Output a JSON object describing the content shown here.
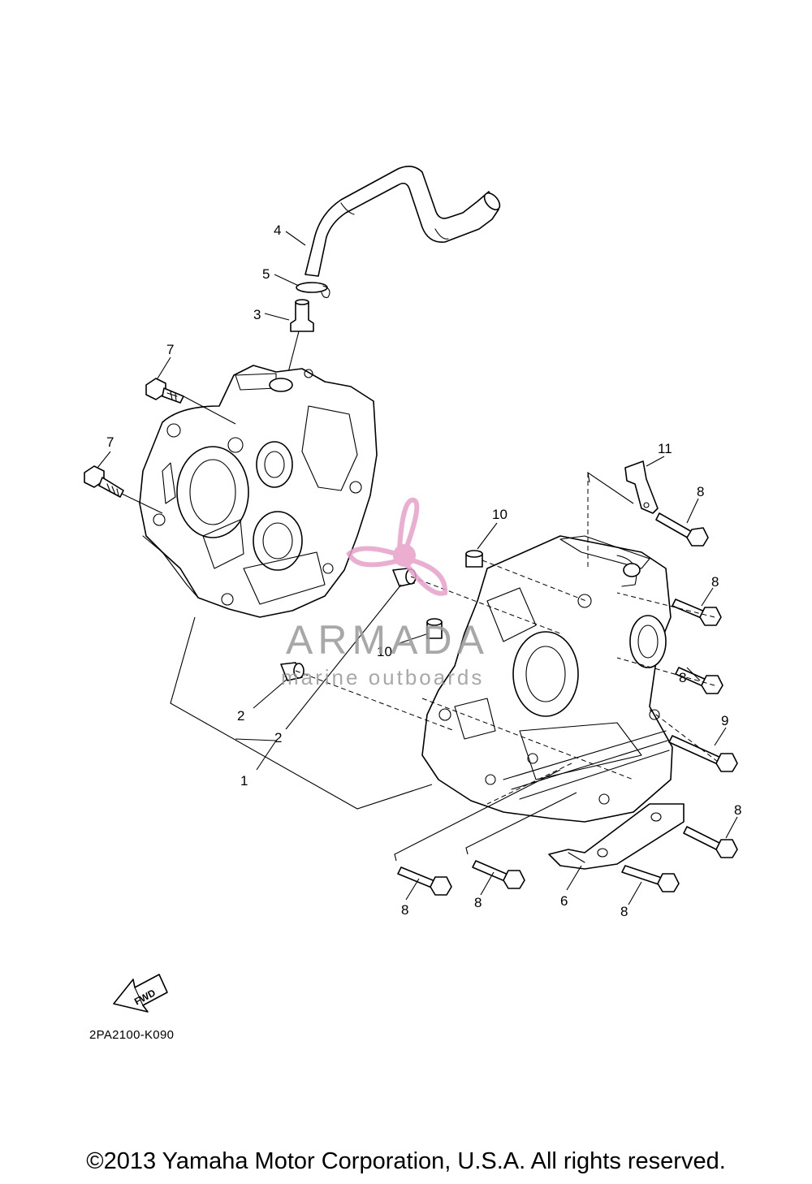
{
  "diagram": {
    "callouts": {
      "c1": "1",
      "c2a": "2",
      "c2b": "2",
      "c3": "3",
      "c4": "4",
      "c5": "5",
      "c6": "6",
      "c7a": "7",
      "c7b": "7",
      "c8a": "8",
      "c8b": "8",
      "c8c": "8",
      "c8d": "8",
      "c8e": "8",
      "c8f": "8",
      "c8g": "8",
      "c9": "9",
      "c10a": "10",
      "c10b": "10",
      "c11": "11"
    },
    "fwd_label": "FWD",
    "diagram_code": "2PA2100-K090"
  },
  "watermark": {
    "title": "ARMADA",
    "subtitle": "marine outboards",
    "colors": {
      "logo": "#e8a0c8",
      "text": "#9a9a9a"
    }
  },
  "footer": {
    "copyright": "©2013 Yamaha Motor Corporation, U.S.A. All rights reserved."
  }
}
